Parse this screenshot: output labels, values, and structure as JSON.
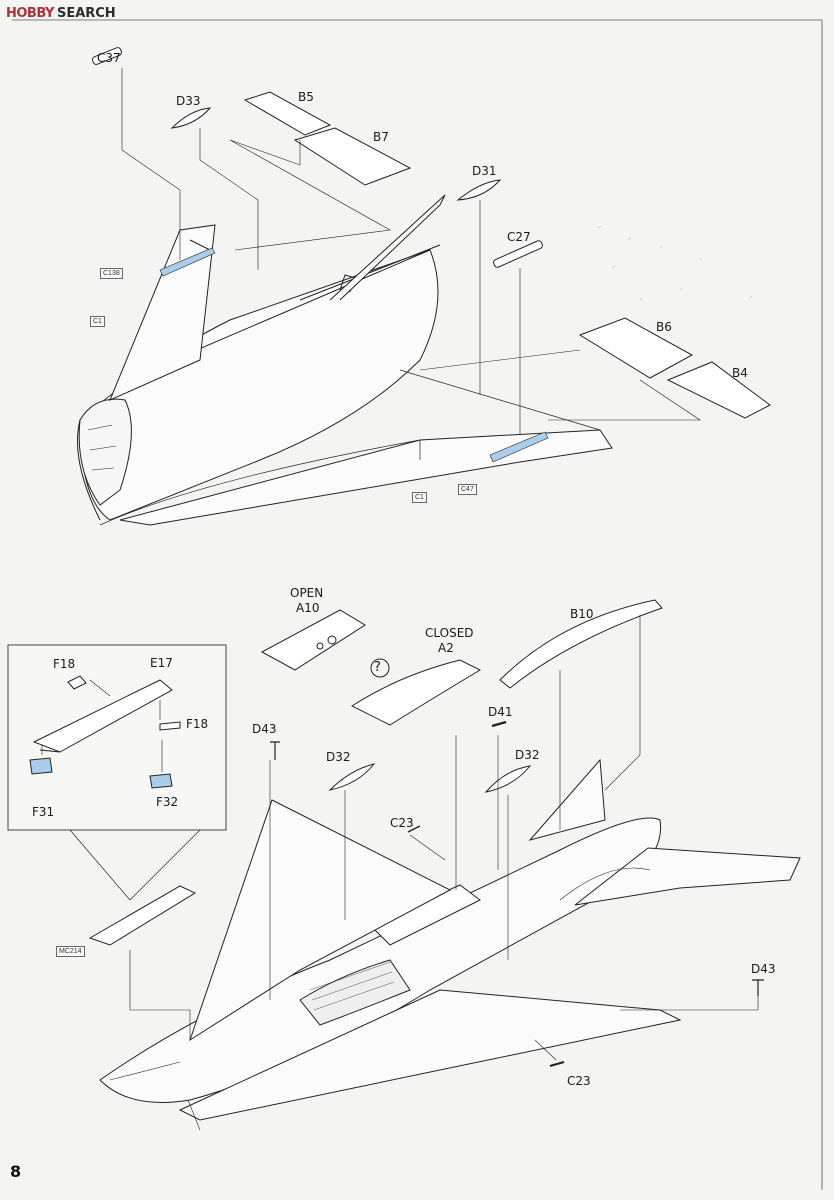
{
  "watermark": {
    "brand": "HOBBY",
    "search": "SEARCH"
  },
  "page_number": "8",
  "upper_step": {
    "labels": [
      "C37",
      "D33",
      "B5",
      "B7",
      "D31",
      "C27",
      "B6",
      "B4"
    ],
    "tags": [
      "C138",
      "C1",
      "C1",
      "C47"
    ]
  },
  "lower_step": {
    "labels": [
      "OPEN",
      "A10",
      "CLOSED",
      "A2",
      "B10",
      "D41",
      "D32",
      "D32",
      "D43",
      "C23",
      "D43",
      "C23"
    ],
    "tags": [
      "MC214"
    ]
  },
  "inset": {
    "labels": [
      "F18",
      "E17",
      "F18",
      "F31",
      "F32"
    ],
    "question_mark": "?"
  },
  "colors": {
    "ink": "#1a1a1a",
    "highlight": "#a9cdea",
    "watermark_red": "#b0303a"
  }
}
